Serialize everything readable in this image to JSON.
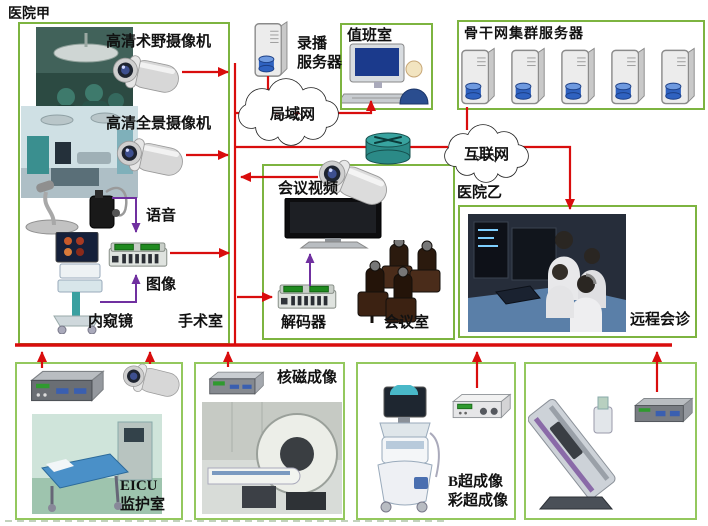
{
  "diagram_title_context": "hospital-telemedicine-network-diagram",
  "labels": {
    "hospital_a": "医院甲",
    "hospital_b": "医院乙",
    "camera_surgical": "高清术野摄像机",
    "camera_panorama": "高清全景摄像机",
    "recording_server_line1": "录播",
    "recording_server_line2": "服务器",
    "duty_room": "值班室",
    "backbone_servers": "骨干网集群服务器",
    "lan": "局域网",
    "internet": "互联网",
    "conference_video": "会议视频",
    "voice": "语音",
    "image_signal": "图像",
    "endoscope": "内窥镜",
    "operating_room": "手术室",
    "decoder": "解码器",
    "conference_room": "会议室",
    "remote_consultation": "远程会诊",
    "eicu_line1": "EICU",
    "eicu_line2": "监护室",
    "mri_imaging": "核磁成像",
    "b_ultrasound": "B超成像",
    "color_ultrasound": "彩超成像"
  },
  "colors": {
    "box_border_green": "#7db440",
    "box_border_green_light": "#94c85e",
    "line_red": "#d90d0d",
    "arrow_purple": "#7030a0",
    "router_teal": "#2b8a87",
    "server_drum_blue": "#2f62c0",
    "text": "#111111"
  },
  "icons": {
    "camera": "cylindrical-video-camera",
    "server": "tower-server-with-blue-drum",
    "cloud": "hand-drawn-network-cloud",
    "router": "teal-cylinder-router",
    "encoder": "green-port-codec-device",
    "dark_encoder": "gray-codec-box",
    "computer": "desktop-monitor-keyboard",
    "person": "operator-figure",
    "tv": "flat-screen-tv",
    "chairs": "conference-chairs"
  }
}
